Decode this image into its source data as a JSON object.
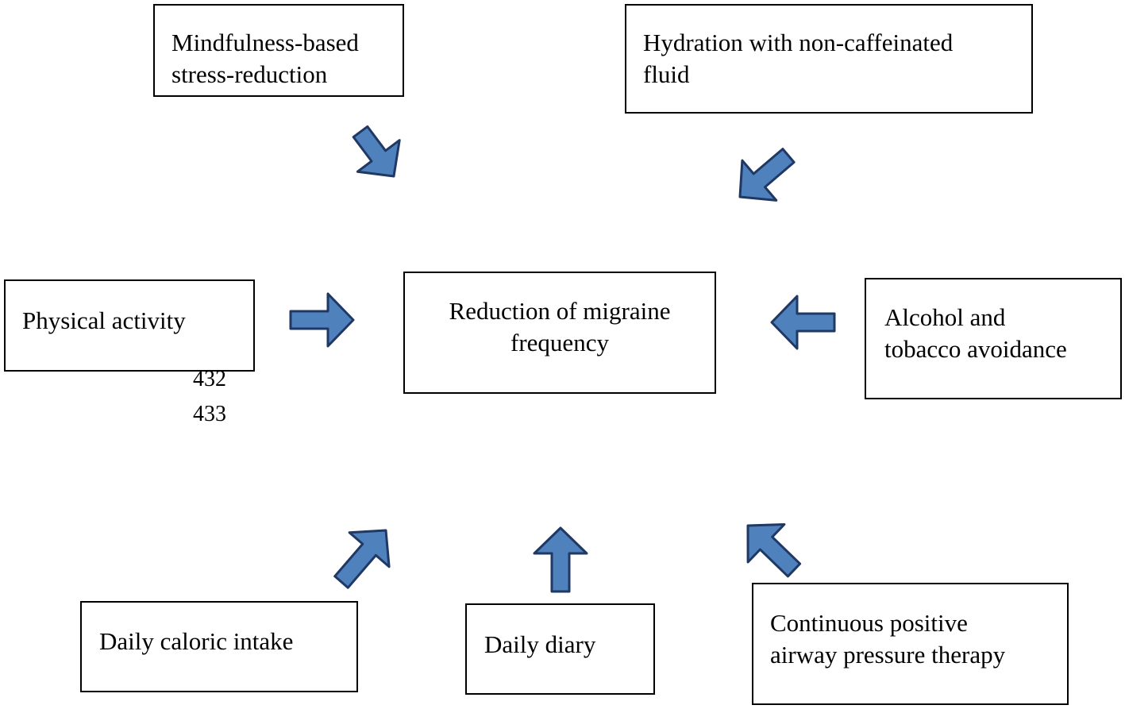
{
  "diagram": {
    "center": {
      "label": "Reduction of migraine\nfrequency"
    },
    "nodes": {
      "mindfulness": "Mindfulness-based\nstress-reduction",
      "hydration": "Hydration with non-caffeinated\nfluid",
      "physical": "Physical activity",
      "alcohol": "Alcohol and\ntobacco avoidance",
      "caloric": "Daily caloric intake",
      "diary": "Daily diary",
      "cpap": "Continuous positive\nairway pressure therapy"
    },
    "stray_numbers": [
      "432",
      "433"
    ],
    "colors": {
      "arrow_fill": "#4F81BD",
      "arrow_stroke": "#1F3864",
      "box_border": "#000000"
    }
  }
}
